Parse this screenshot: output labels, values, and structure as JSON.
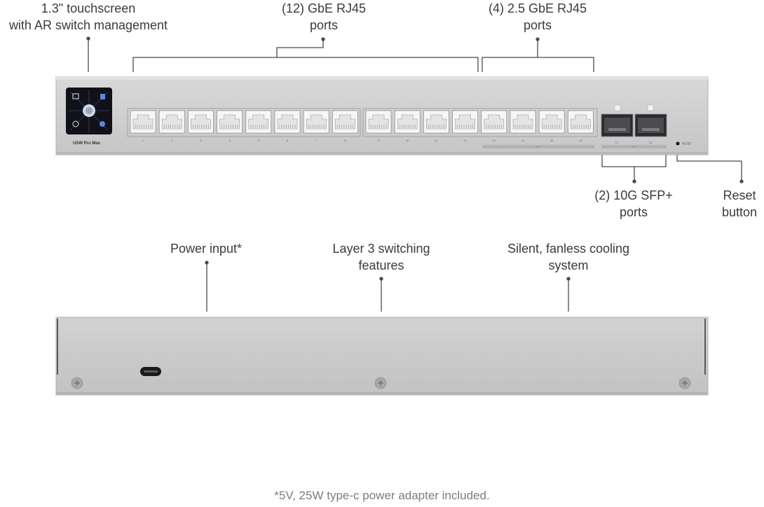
{
  "callouts": {
    "touchscreen": {
      "line1": "1.3\" touchscreen",
      "line2": "with AR switch management"
    },
    "gbe": {
      "line1": "(12) GbE RJ45",
      "line2": "ports"
    },
    "gbe25": {
      "line1": "(4) 2.5 GbE RJ45",
      "line2": "ports"
    },
    "sfp": {
      "line1": "(2) 10G SFP+",
      "line2": "ports"
    },
    "reset": {
      "line1": "Reset",
      "line2": "button"
    },
    "power": {
      "line1": "Power input*"
    },
    "layer3": {
      "line1": "Layer 3 switching",
      "line2": "features"
    },
    "cooling": {
      "line1": "Silent, fanless cooling",
      "line2": "system"
    }
  },
  "device": {
    "model_label": "USW Pro Max",
    "reset_label": "RESET",
    "port_numbers": [
      "1",
      "2",
      "3",
      "4",
      "5",
      "6",
      "7",
      "8",
      "9",
      "10",
      "11",
      "12",
      "13",
      "14",
      "15",
      "16"
    ],
    "sfp_numbers": [
      "17",
      "18"
    ],
    "group_labels": {
      "rj45_25g": "2.5G",
      "sfp": "10G"
    }
  },
  "footnote": "*5V, 25W type-c power adapter included.",
  "colors": {
    "chassis": "#cfcfcf",
    "chassis_edge": "#b4b4b4",
    "screen": "#111218",
    "accent_line": "#4a4a4a"
  }
}
